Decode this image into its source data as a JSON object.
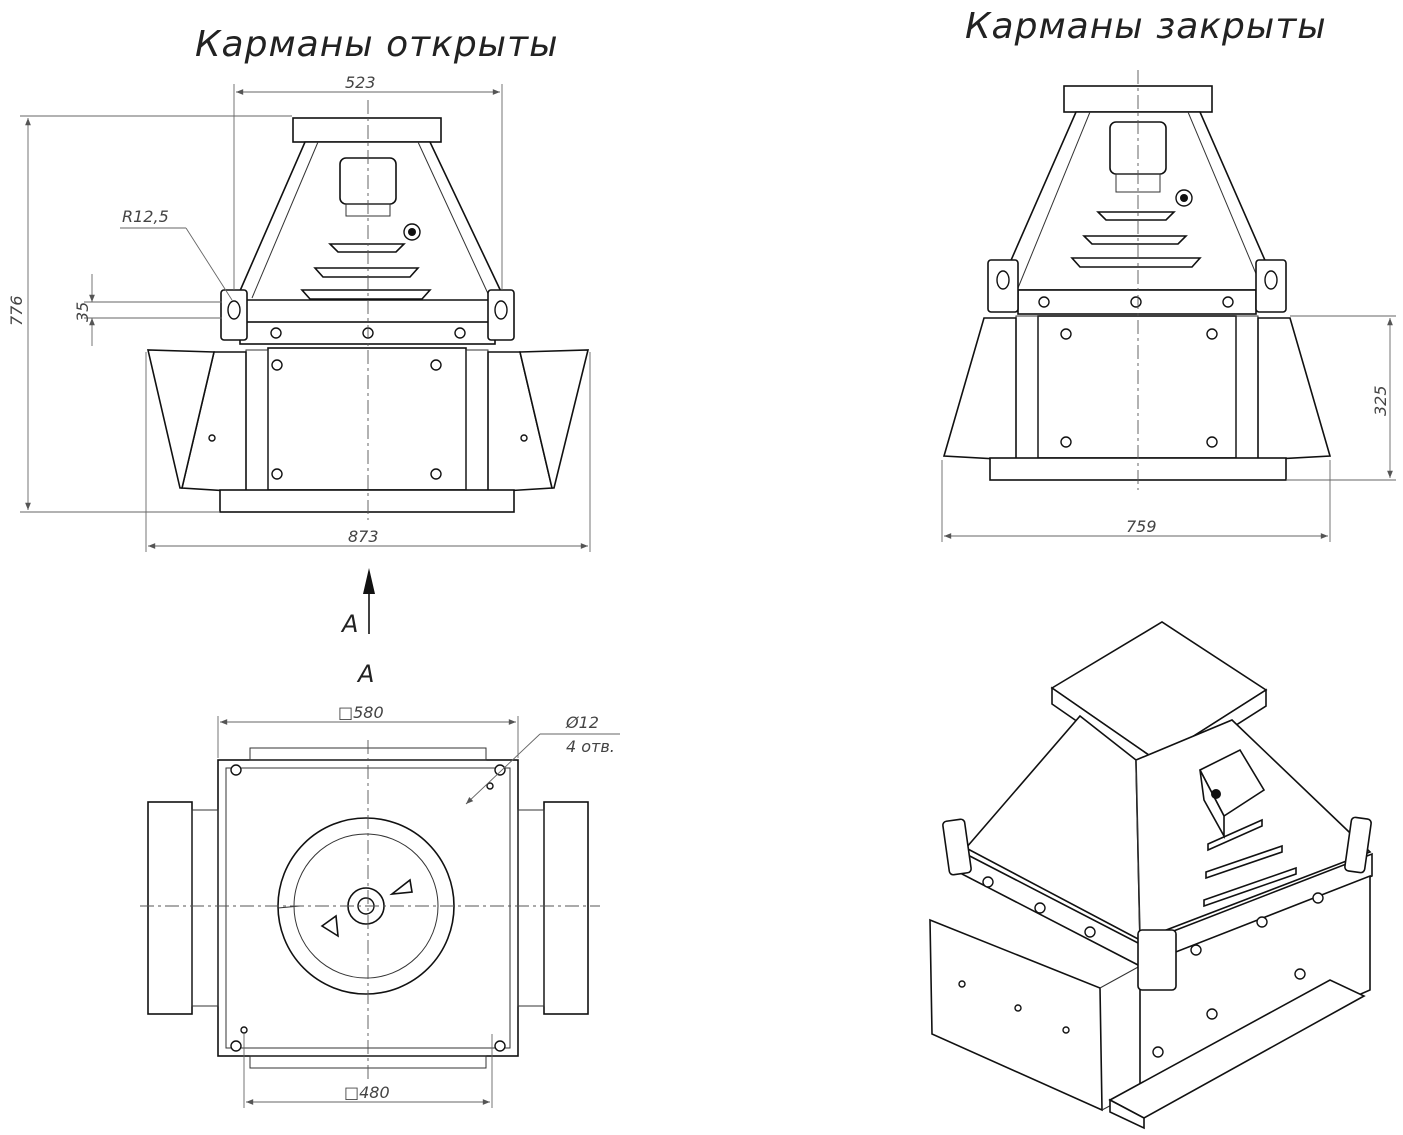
{
  "titles": {
    "open": "Карманы открыты",
    "closed": "Карманы закрыты"
  },
  "dims": {
    "width_top": "523",
    "height_total": "776",
    "radius": "R12,5",
    "gap": "35",
    "width_open": "873",
    "width_closed": "759",
    "height_closed": "325",
    "square_outer": "□580",
    "square_inner": "□480",
    "hole_dia": "Ø12",
    "hole_count": "4 отв."
  },
  "views": {
    "arrow_label": "A",
    "section_label": "A"
  }
}
